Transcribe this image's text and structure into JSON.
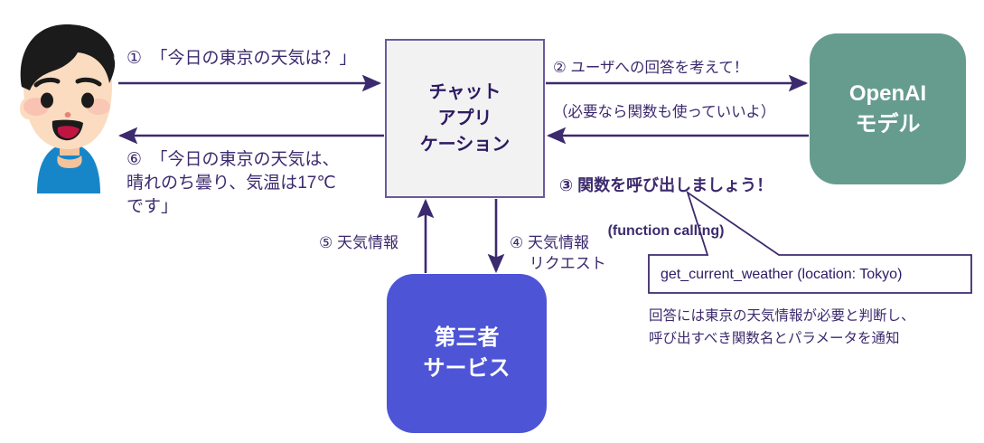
{
  "diagram": {
    "title_hidden": "OpenAI function calling flow",
    "colors": {
      "arrow": "#3c2a6e",
      "process_box_fill": "#f2f2f2",
      "process_box_border": "#6a5a9b",
      "openai_node": "#669c8e",
      "third_party_node": "#4e54d6",
      "text": "#2d1b63",
      "callout_border": "#3c2a6e"
    },
    "actor": {
      "name": "user-avatar",
      "label": "ユーザー（人物イラスト）"
    },
    "nodes": {
      "chat_app": "チャット\nアプリ\nケーション",
      "openai_model": "OpenAI\nモデル",
      "third_party": "第三者\nサービス"
    },
    "flows": {
      "step1": "①　「今日の東京の天気は？」",
      "step2_line1": "② ユーザへの回答を考えて！",
      "step2_line2": "（必要なら関数も使っていいよ）",
      "step3_main": "③ 関数を呼び出しましょう！",
      "step3_sub": "(function calling)",
      "step4": "④ 天気情報\n　 リクエスト",
      "step5": "⑤ 天気情報",
      "step6": "⑥　「今日の東京の天気は、\n晴れのち曇り、気温は17℃\nです」"
    },
    "callout": {
      "code": "get_current_weather (location: Tokyo)",
      "note": "回答には東京の天気情報が必要と判断し、\n呼び出すべき関数名とパラメータを通知"
    }
  }
}
